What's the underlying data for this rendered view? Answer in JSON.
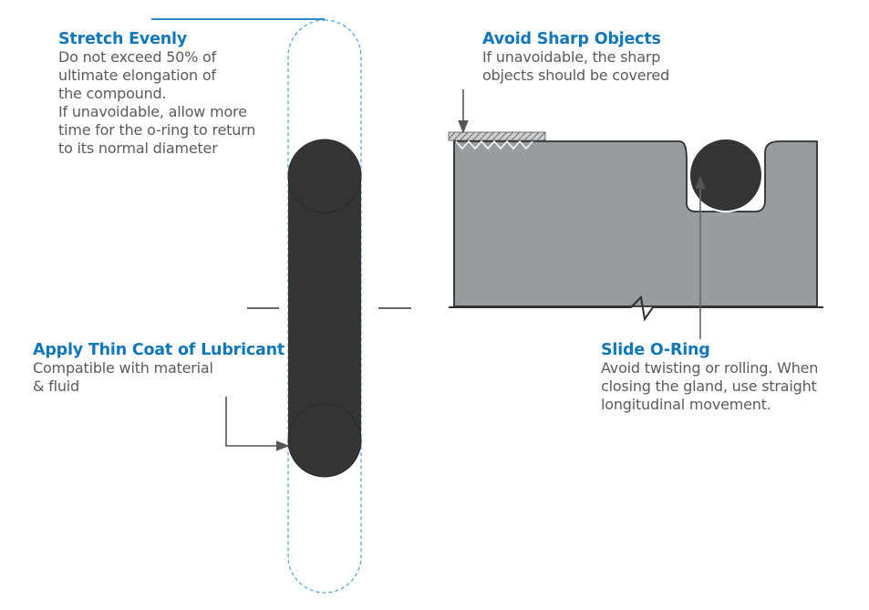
{
  "callouts": {
    "stretch": {
      "title": "Stretch Evenly",
      "lines": [
        "Do not exceed 50% of",
        "ultimate elongation of",
        "the compound.",
        "If unavoidable, allow more",
        "time for the o-ring to return",
        "to its normal diameter"
      ]
    },
    "sharp": {
      "title": "Avoid Sharp Objects",
      "lines": [
        "If unavoidable, the sharp",
        "objects should be covered"
      ]
    },
    "lubricant": {
      "title": "Apply Thin Coat of Lubricant",
      "lines": [
        "Compatible with material",
        "& fluid"
      ]
    },
    "slide": {
      "title": "Slide O-Ring",
      "lines": [
        "Avoid twisting or rolling. When",
        "closing the gland, use straight",
        "longitudinal movement."
      ]
    }
  },
  "colors": {
    "accent": "#1177b8",
    "text": "#5a5a5a",
    "oring": "#353535",
    "gland": "#9a9b9c",
    "dashed_outline": "#4a9fd6"
  }
}
